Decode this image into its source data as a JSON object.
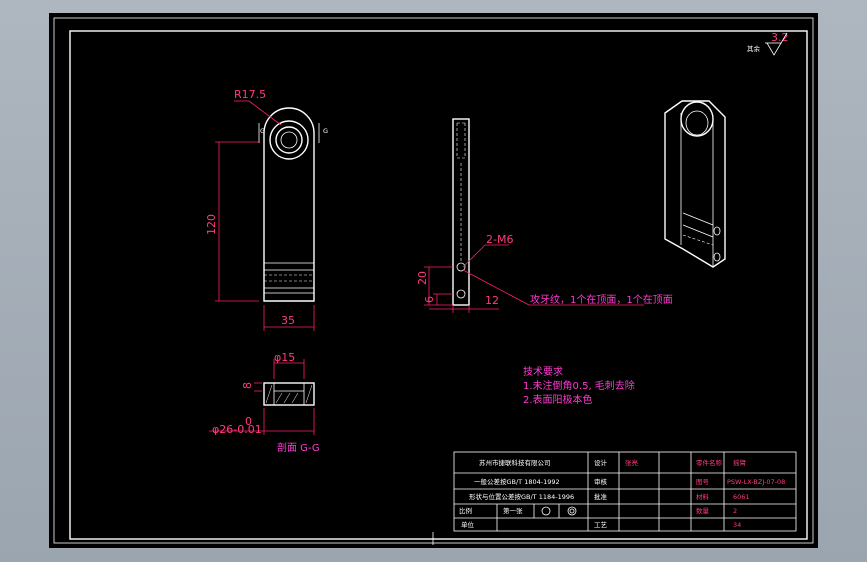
{
  "views": {
    "front": {
      "radius_label": "R17.5",
      "section_mark_left": "G",
      "section_mark_right": "G",
      "height_dim": "120",
      "width_dim": "35"
    },
    "side": {
      "thread_label": "2-M6",
      "dim_20": "20",
      "dim_6": "6",
      "dim_12": "12",
      "callout": "攻牙纹，1个在顶面，1个在顶面"
    },
    "section": {
      "bore_dim": "φ15",
      "depth_dim": "8",
      "tol_zero": "0",
      "outer_dim": "φ26-0.01",
      "caption": "剖面 G-G"
    }
  },
  "surface_mark": {
    "label": "其余",
    "value": "3.2"
  },
  "notes": {
    "title": "技术要求",
    "lines": [
      "1.未注倒角0.5, 毛刺去除",
      "2.表面阳极本色"
    ]
  },
  "title_block": {
    "company": "苏州市捷联科技有限公司",
    "tol1": "一般公差按GB/T 1804-1992",
    "tol2": "形状与位置公差按GB/T 1184-1996",
    "lbl_design": "设计",
    "lbl_check": "审核",
    "lbl_approve": "批准",
    "lbl_scale_hdr": "比例",
    "lbl_sheet": "第一张",
    "lbl_drawno": "图号",
    "lbl_material": "材料",
    "lbl_qty": "数量",
    "lbl_process": "工艺",
    "lbl_unit": "单位",
    "lbl_name": "零件名称",
    "part_name": "摇臂",
    "drawing_no": "PSW-LX-BZJ-07-08",
    "material": "6061",
    "qty": "2",
    "process_val": "34",
    "designer": "张亮"
  }
}
